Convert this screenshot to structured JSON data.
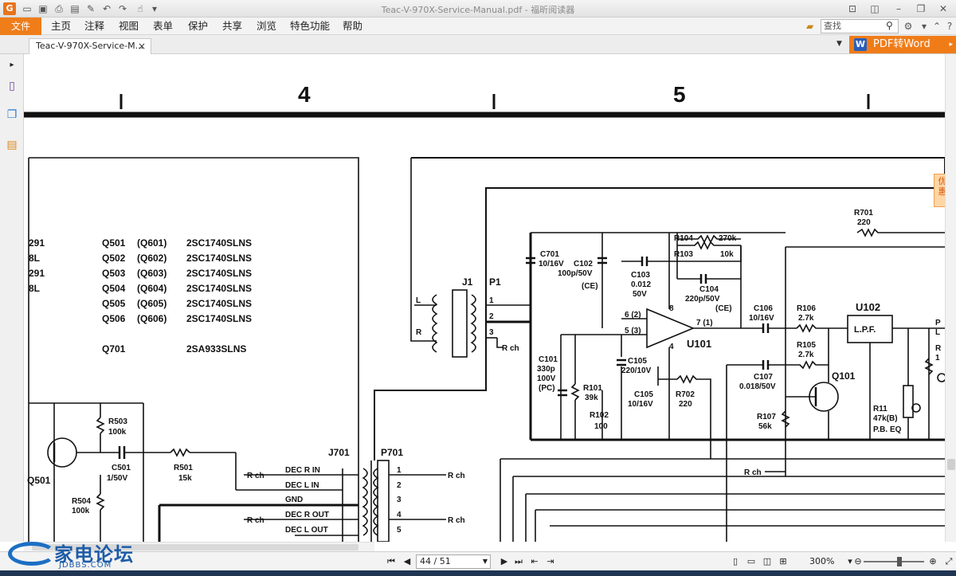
{
  "app": {
    "window_title": "Teac-V-970X-Service-Manual.pdf - 福昕阅读器",
    "logo_glyph": "G"
  },
  "menu": {
    "file": "文件",
    "items": [
      "主页",
      "注释",
      "视图",
      "表单",
      "保护",
      "共享",
      "浏览",
      "特色功能",
      "帮助"
    ],
    "search_placeholder": "查找"
  },
  "tabs": [
    {
      "label": "Teac-V-970X-Service-M...",
      "close": "×"
    }
  ],
  "promo": {
    "pdf_to_word": "PDF转Word",
    "side_badge": "优惠"
  },
  "schematic": {
    "column_markers": [
      "4",
      "5"
    ],
    "transistor_table": [
      [
        "Q501",
        "(Q601)",
        "2SC1740SLNS"
      ],
      [
        "Q502",
        "(Q602)",
        "2SC1740SLNS"
      ],
      [
        "Q503",
        "(Q603)",
        "2SC1740SLNS"
      ],
      [
        "Q504",
        "(Q604)",
        "2SC1740SLNS"
      ],
      [
        "Q505",
        "(Q605)",
        "2SC1740SLNS"
      ],
      [
        "Q506",
        "(Q606)",
        "2SC1740SLNS"
      ]
    ],
    "q701": [
      "Q701",
      "2SA933SLNS"
    ],
    "left_partial": [
      "291",
      "8L",
      "291",
      "8L"
    ],
    "j701_pins": [
      "DEC R IN",
      "DEC L IN",
      "GND",
      "DEC R OUT",
      "DEC L OUT"
    ],
    "pin_numbers": [
      "1",
      "2",
      "3",
      "4",
      "5"
    ],
    "labels": {
      "j1": "J1",
      "p1": "P1",
      "l": "L",
      "r": "R",
      "rch": "R ch",
      "j701": "J701",
      "p701": "P701",
      "u101": "U101",
      "u102": "U102",
      "lpf": "L.P.F.",
      "q101": "Q101",
      "r701": "R701",
      "r701v": "220",
      "c701": "C701",
      "c701v": "10/16V",
      "c102": "C102",
      "c102v": "100p/50V",
      "c102t": "(CE)",
      "r104": "R104",
      "r104v": "270k",
      "r103": "R103",
      "r103v": "10k",
      "c103": "C103",
      "c103v": "0.012",
      "c103v2": "50V",
      "c104": "C104",
      "c104v": "220p/50V",
      "c104t": "(CE)",
      "c106": "C106",
      "c106v": "10/16V",
      "r106": "R106",
      "r106v": "2.7k",
      "r105": "R105",
      "r105v": "2.7k",
      "c107": "C107",
      "c107v": "0.018/50V",
      "r107": "R107",
      "r107v": "56k",
      "c101": "C101",
      "c101v": "330p",
      "c101v2": "100V",
      "c101t": "(PC)",
      "r101": "R101",
      "r101v": "39k",
      "r102": "R102",
      "r102v": "100",
      "c105a": "C105",
      "c105av": "220/10V",
      "c105b": "C105",
      "c105bv": "10/16V",
      "r702": "R702",
      "r702v": "220",
      "r11": "R11",
      "r11v": "47k(B)",
      "r11t": "P.B. EQ",
      "r503": "R503",
      "r503v": "100k",
      "r504": "R504",
      "r504v": "100k",
      "c501": "C501",
      "c501v": "1/50V",
      "r501": "R501",
      "r501v": "15k",
      "q501": "Q501",
      "pin_n6": "6 (2)",
      "pin_n5": "5 (3)",
      "pin_n7": "7 (1)",
      "pin_n8": "8",
      "pin_n4": "4",
      "edge_p": "P",
      "edge_l": "L",
      "edge_r": "R",
      "edge_1": "1"
    }
  },
  "status": {
    "page": "44 / 51",
    "zoom": "300%"
  },
  "watermark": {
    "title": "家电论坛",
    "sub": "JDBBS.COM"
  }
}
